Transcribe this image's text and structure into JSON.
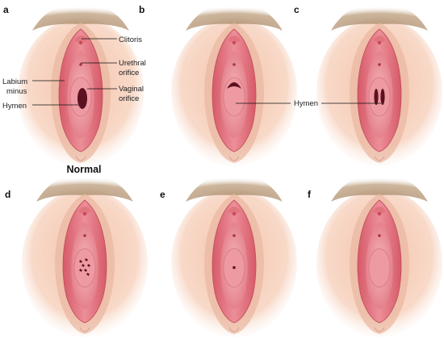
{
  "colors": {
    "skin": "#f6d2bf",
    "skin_shadow": "#e9b7a0",
    "hair": "#b79a7c",
    "labia_outer": "#e58a91",
    "labia_inner": "#d9626f",
    "vestibule": "#f3a7ad",
    "hymen": "#ee9aa2",
    "opening": "#5b1120",
    "line": "#111111"
  },
  "panels": [
    {
      "letter": "a",
      "hymen_type": "normal",
      "caption": "Normal"
    },
    {
      "letter": "b",
      "hymen_type": "crescentic"
    },
    {
      "letter": "c",
      "hymen_type": "septate"
    },
    {
      "letter": "d",
      "hymen_type": "cribriform"
    },
    {
      "letter": "e",
      "hymen_type": "microperforate"
    },
    {
      "letter": "f",
      "hymen_type": "imperforate"
    }
  ],
  "labels": {
    "clitoris": "Clitoris",
    "urethral_orifice_1": "Urethral",
    "urethral_orifice_2": "orifice",
    "vaginal_orifice_1": "Vaginal",
    "vaginal_orifice_2": "orifice",
    "labium_minus_1": "Labium",
    "labium_minus_2": "minus",
    "hymen_a": "Hymen",
    "hymen_bc": "Hymen"
  }
}
